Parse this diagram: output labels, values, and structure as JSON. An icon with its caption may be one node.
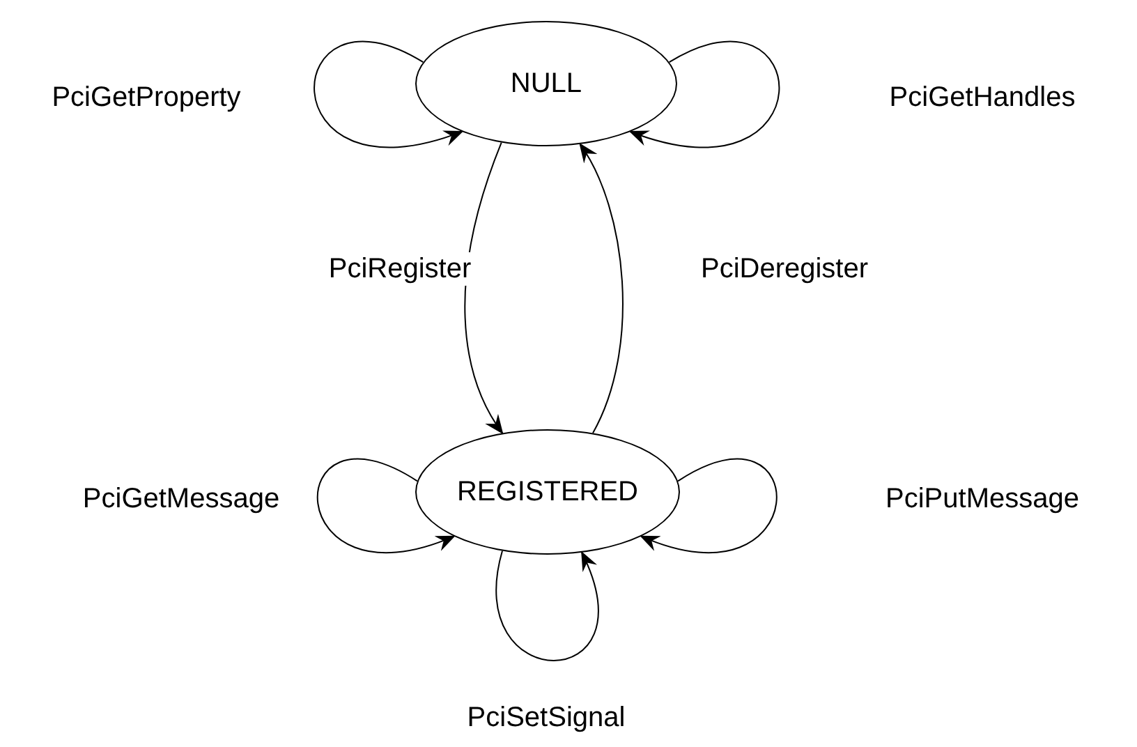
{
  "diagram": {
    "nodes": [
      {
        "text": [
          "NULL"
        ]
      },
      {
        "text": [
          "REGISTERED"
        ]
      }
    ],
    "edges": [
      {
        "from": 0,
        "to": 0,
        "arrow": "to",
        "label": "PciGetProperty"
      },
      {
        "from": 0,
        "to": 0,
        "arrow": "to",
        "label": "PciGetHandles"
      },
      {
        "from": 0,
        "to": 1,
        "arrow": "to",
        "label": "PciRegister"
      },
      {
        "from": 1,
        "to": 0,
        "arrow": "to",
        "label": "PciDeregister"
      },
      {
        "from": 1,
        "to": 1,
        "arrow": "to",
        "label": "PciGetMessage"
      },
      {
        "from": 1,
        "to": 1,
        "arrow": "to",
        "label": "PciPutMessage"
      },
      {
        "from": 1,
        "to": 1,
        "arrow": "to",
        "label": "PciSetSignal"
      }
    ]
  }
}
